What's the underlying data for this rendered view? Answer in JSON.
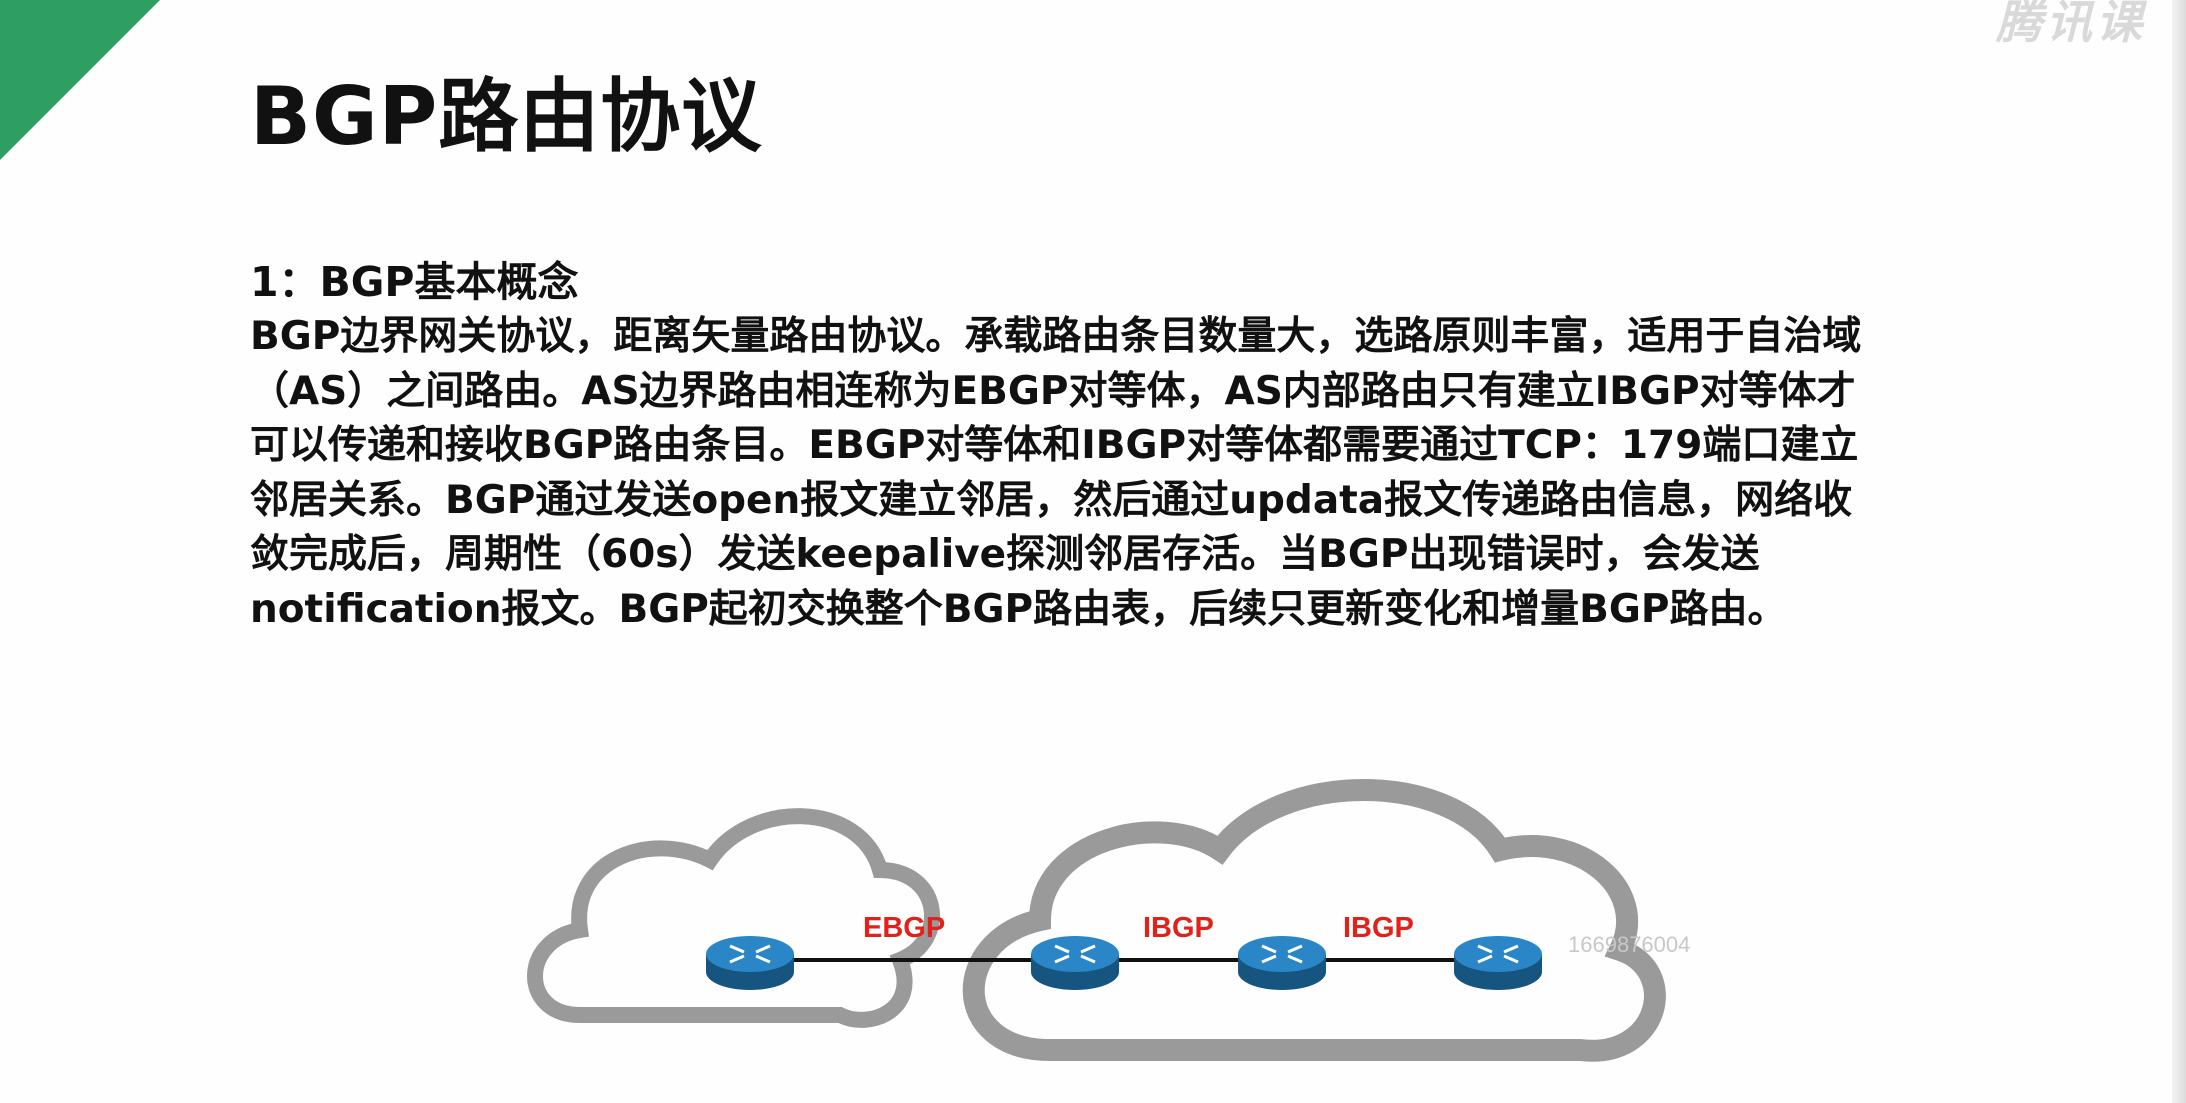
{
  "slide": {
    "title": "BGP路由协议",
    "section_heading": "1：BGP基本概念",
    "paragraph": "BGP边界网关协议，距离矢量路由协议。承载路由条目数量大，选路原则丰富，适用于自治域（AS）之间路由。AS边界路由相连称为EBGP对等体，AS内部路由只有建立IBGP对等体才可以传递和接收BGP路由条目。EBGP对等体和IBGP对等体都需要通过TCP：179端口建立邻居关系。BGP通过发送open报文建立邻居，然后通过updata报文传递路由信息，网络收敛完成后，周期性（60s）发送keepalive探测邻居存活。当BGP出现错误时，会发送notification报文。BGP起初交换整个BGP路由表，后续只更新变化和增量BGP路由。",
    "accent_color": "#2e9e62"
  },
  "diagram": {
    "link_labels": [
      "EBGP",
      "IBGP",
      "IBGP"
    ],
    "label_color": "#e0221b",
    "router_color": "#1f6fa8",
    "cloud_color": "#9a9a9a",
    "user_id_watermark": "1669876004"
  },
  "brand_watermark": "腾讯课"
}
